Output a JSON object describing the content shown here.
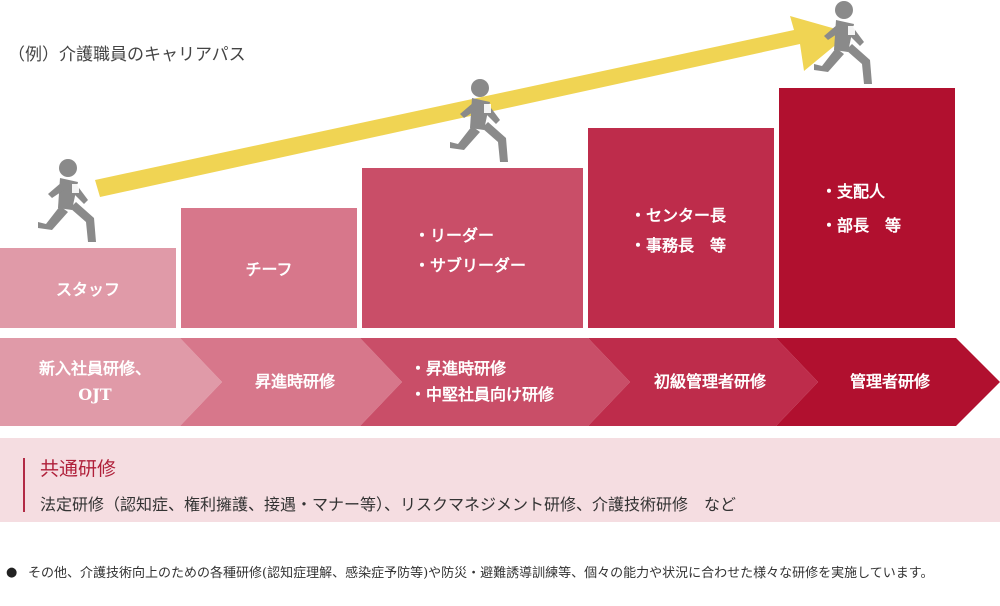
{
  "caption": "（例）介護職員のキャリアパス",
  "colors": {
    "step1": "#e09aa8",
    "step2": "#d7778b",
    "step3": "#c94e68",
    "step4": "#be2c4b",
    "step5": "#b1102f",
    "arrow": "#f0d453",
    "figure": "#8a8a8a",
    "common_bg": "#f5dde1",
    "common_accent": "#b0203a"
  },
  "icons": [
    "runner-icon"
  ],
  "steps": [
    {
      "label": "スタッフ"
    },
    {
      "label": "チーフ"
    },
    {
      "lines": [
        "・リーダー",
        "・サブリーダー"
      ]
    },
    {
      "lines": [
        "・センター長",
        "・事務長　等"
      ]
    },
    {
      "lines": [
        "・支配人",
        "・部長　等"
      ]
    }
  ],
  "training": [
    {
      "lines": [
        "新入社員研修、",
        "OJT"
      ]
    },
    {
      "lines": [
        "昇進時研修"
      ]
    },
    {
      "lines": [
        "・昇進時研修",
        "・中堅社員向け研修"
      ]
    },
    {
      "lines": [
        "初級管理者研修"
      ]
    },
    {
      "lines": [
        "管理者研修"
      ]
    }
  ],
  "common": {
    "title": "共通研修",
    "desc": "法定研修（認知症、権利擁護、接遇・マナー等）、リスクマネジメント研修、介護技術研修　など"
  },
  "note": {
    "bullet": "●",
    "text": "その他、介護技術向上のための各種研修(認知症理解、感染症予防等)や防災・避難誘導訓練等、個々の能力や状況に合わせた様々な研修を実施しています。"
  }
}
